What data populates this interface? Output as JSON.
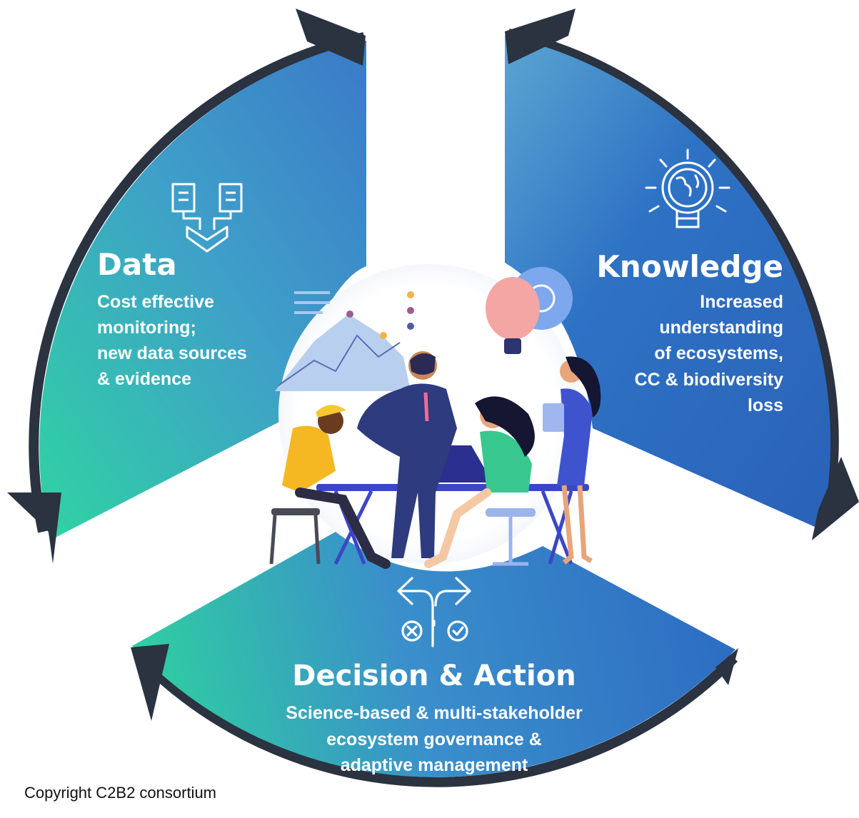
{
  "colors": {
    "ring_outline": "#2b3240",
    "teal": "#2fd0a4",
    "blue": "#2f73c4",
    "deep_blue": "#2c6bc1",
    "text_on_segment": "#ffffff"
  },
  "segments": {
    "data": {
      "title": "Data",
      "lines": [
        "Cost effective",
        "monitoring;",
        "new data sources",
        "& evidence"
      ],
      "icon": "data-transfer-icon"
    },
    "knowledge": {
      "title": "Knowledge",
      "lines": [
        "Increased",
        "understanding",
        "of ecosystems,",
        "CC & biodiversity",
        "loss"
      ],
      "icon": "lightbulb-globe-icon"
    },
    "decision": {
      "title": "Decision & Action",
      "lines": [
        "Science-based & multi-stakeholder",
        "ecosystem governance &",
        "adaptive management"
      ],
      "icon": "decision-arrows-icon"
    }
  },
  "center_illustration": "team-meeting-illustration",
  "copyright": "Copyright C2B2 consortium"
}
